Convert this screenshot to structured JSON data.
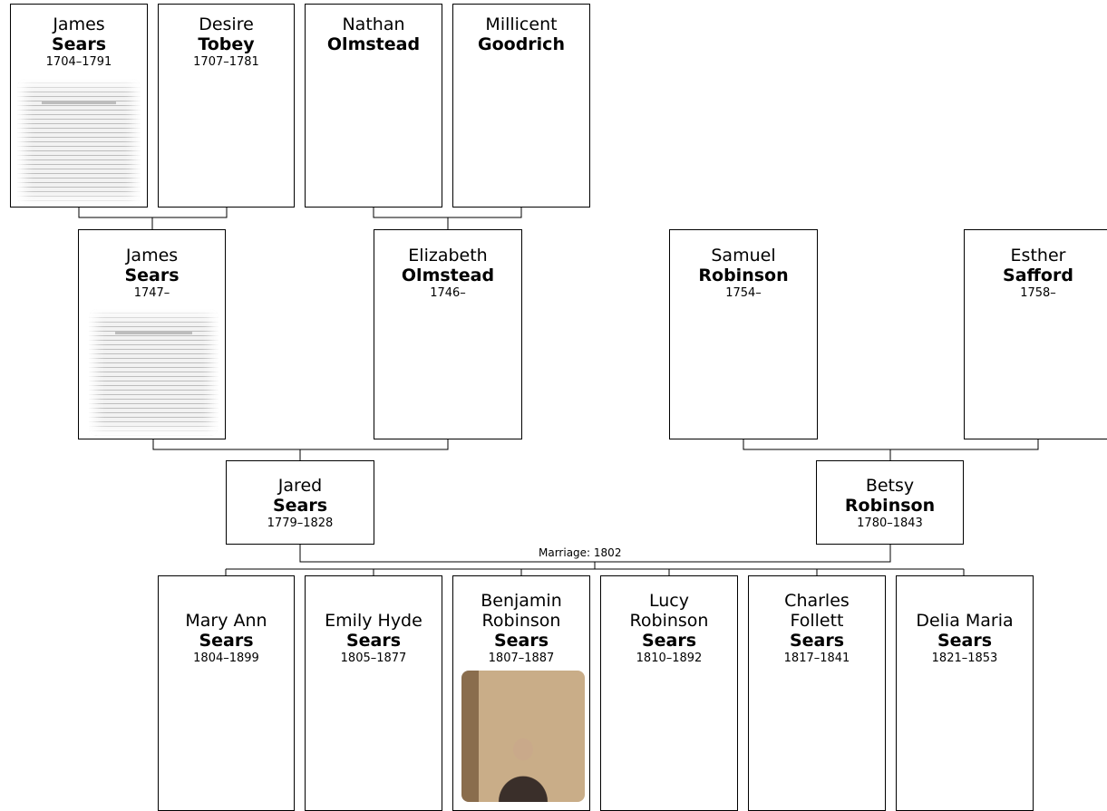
{
  "people": {
    "james_sears_1704": {
      "given": "James",
      "surname": "Sears",
      "years": "1704–1791",
      "photo": "document-image"
    },
    "desire_tobey": {
      "given": "Desire",
      "surname": "Tobey",
      "years": "1707–1781"
    },
    "nathan_olmstead": {
      "given": "Nathan",
      "surname": "Olmstead",
      "years": ""
    },
    "millicent_goodrich": {
      "given": "Millicent",
      "surname": "Goodrich",
      "years": ""
    },
    "james_sears_1747": {
      "given": "James",
      "surname": "Sears",
      "years": "1747–",
      "photo": "document-image"
    },
    "elizabeth_olmstead": {
      "given": "Elizabeth",
      "surname": "Olmstead",
      "years": "1746–"
    },
    "samuel_robinson": {
      "given": "Samuel",
      "surname": "Robinson",
      "years": "1754–"
    },
    "esther_safford": {
      "given": "Esther",
      "surname": "Safford",
      "years": "1758–"
    },
    "jared_sears": {
      "given": "Jared",
      "surname": "Sears",
      "years": "1779–1828"
    },
    "betsy_robinson": {
      "given": "Betsy",
      "surname": "Robinson",
      "years": "1780–1843"
    },
    "mary_ann_sears": {
      "given": "Mary Ann",
      "surname": "Sears",
      "years": "1804–1899"
    },
    "emily_hyde_sears": {
      "given": "Emily Hyde",
      "surname": "Sears",
      "years": "1805–1877"
    },
    "benjamin_robinson_sears": {
      "given": "Benjamin Robinson",
      "surname": "Sears",
      "years": "1807–1887",
      "photo": "portrait-photo"
    },
    "lucy_robinson_sears": {
      "given": "Lucy Robinson",
      "surname": "Sears",
      "years": "1810–1892"
    },
    "charles_follett_sears": {
      "given": "Charles Follett",
      "surname": "Sears",
      "years": "1817–1841"
    },
    "delia_maria_sears": {
      "given": "Delia Maria",
      "surname": "Sears",
      "years": "1821–1853"
    }
  },
  "marriage_label": "Marriage: 1802",
  "colors": {
    "box_border": "#000000",
    "connector": "#000000",
    "background": "#ffffff"
  }
}
